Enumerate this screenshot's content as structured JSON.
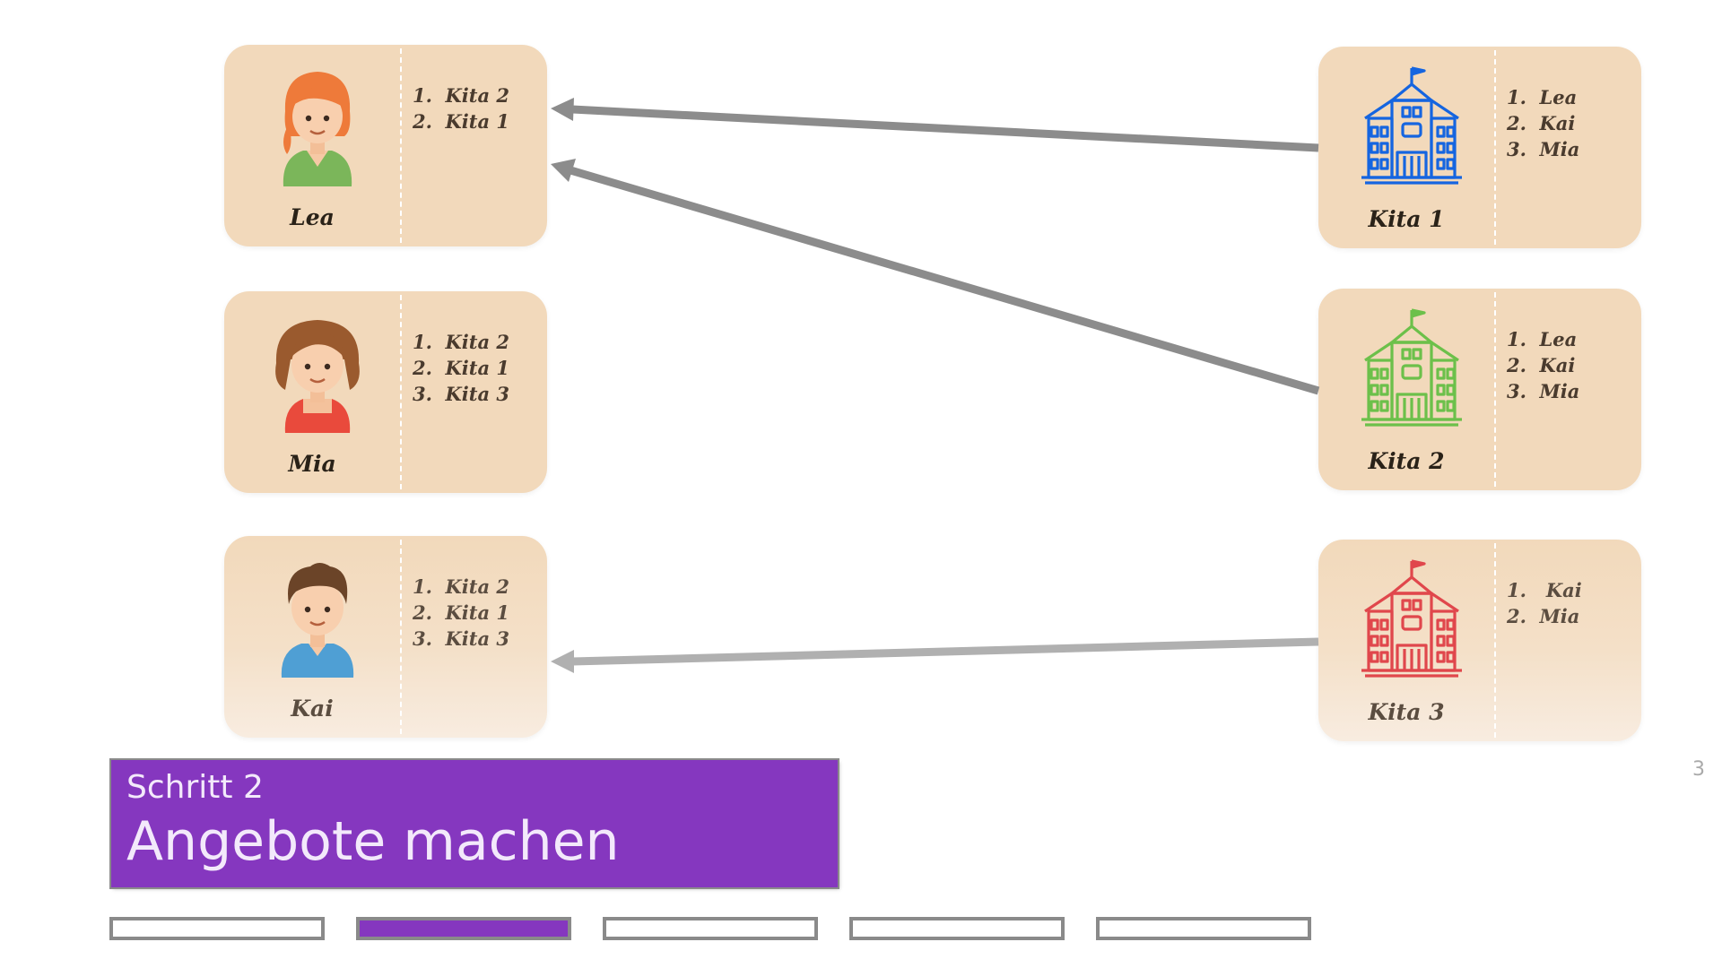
{
  "children": [
    {
      "name": "Lea",
      "prefs": [
        "1.  Kita 2",
        "2.  Kita 1"
      ]
    },
    {
      "name": "Mia",
      "prefs": [
        "1.  Kita 2",
        "2.  Kita 1",
        "3.  Kita 3"
      ]
    },
    {
      "name": "Kai",
      "prefs": [
        "1.  Kita 2",
        "2.  Kita 1",
        "3.  Kita 3"
      ]
    }
  ],
  "kitas": [
    {
      "name": "Kita 1",
      "color": "#1565e0",
      "prefs": [
        "1.  Lea",
        "2.  Kai",
        "3.  Mia"
      ]
    },
    {
      "name": "Kita 2",
      "color": "#6cc04a",
      "prefs": [
        "1.  Lea",
        "2.  Kai",
        "3.  Mia"
      ]
    },
    {
      "name": "Kita 3",
      "color": "#e0474c",
      "prefs": [
        "1.   Kai",
        "2.  Mia"
      ]
    }
  ],
  "offers": [
    {
      "from": "Kita 1",
      "to": "Lea"
    },
    {
      "from": "Kita 2",
      "to": "Lea"
    },
    {
      "from": "Kita 3",
      "to": "Kai"
    }
  ],
  "step": {
    "subtitle": "Schritt 2",
    "title": "Angebote machen"
  },
  "page_number": "3",
  "progress": {
    "total": 5,
    "active": 2
  },
  "colors": {
    "card": "#f2d9bb",
    "accent": "#8537bf",
    "arrow": "#8c8c8c"
  }
}
